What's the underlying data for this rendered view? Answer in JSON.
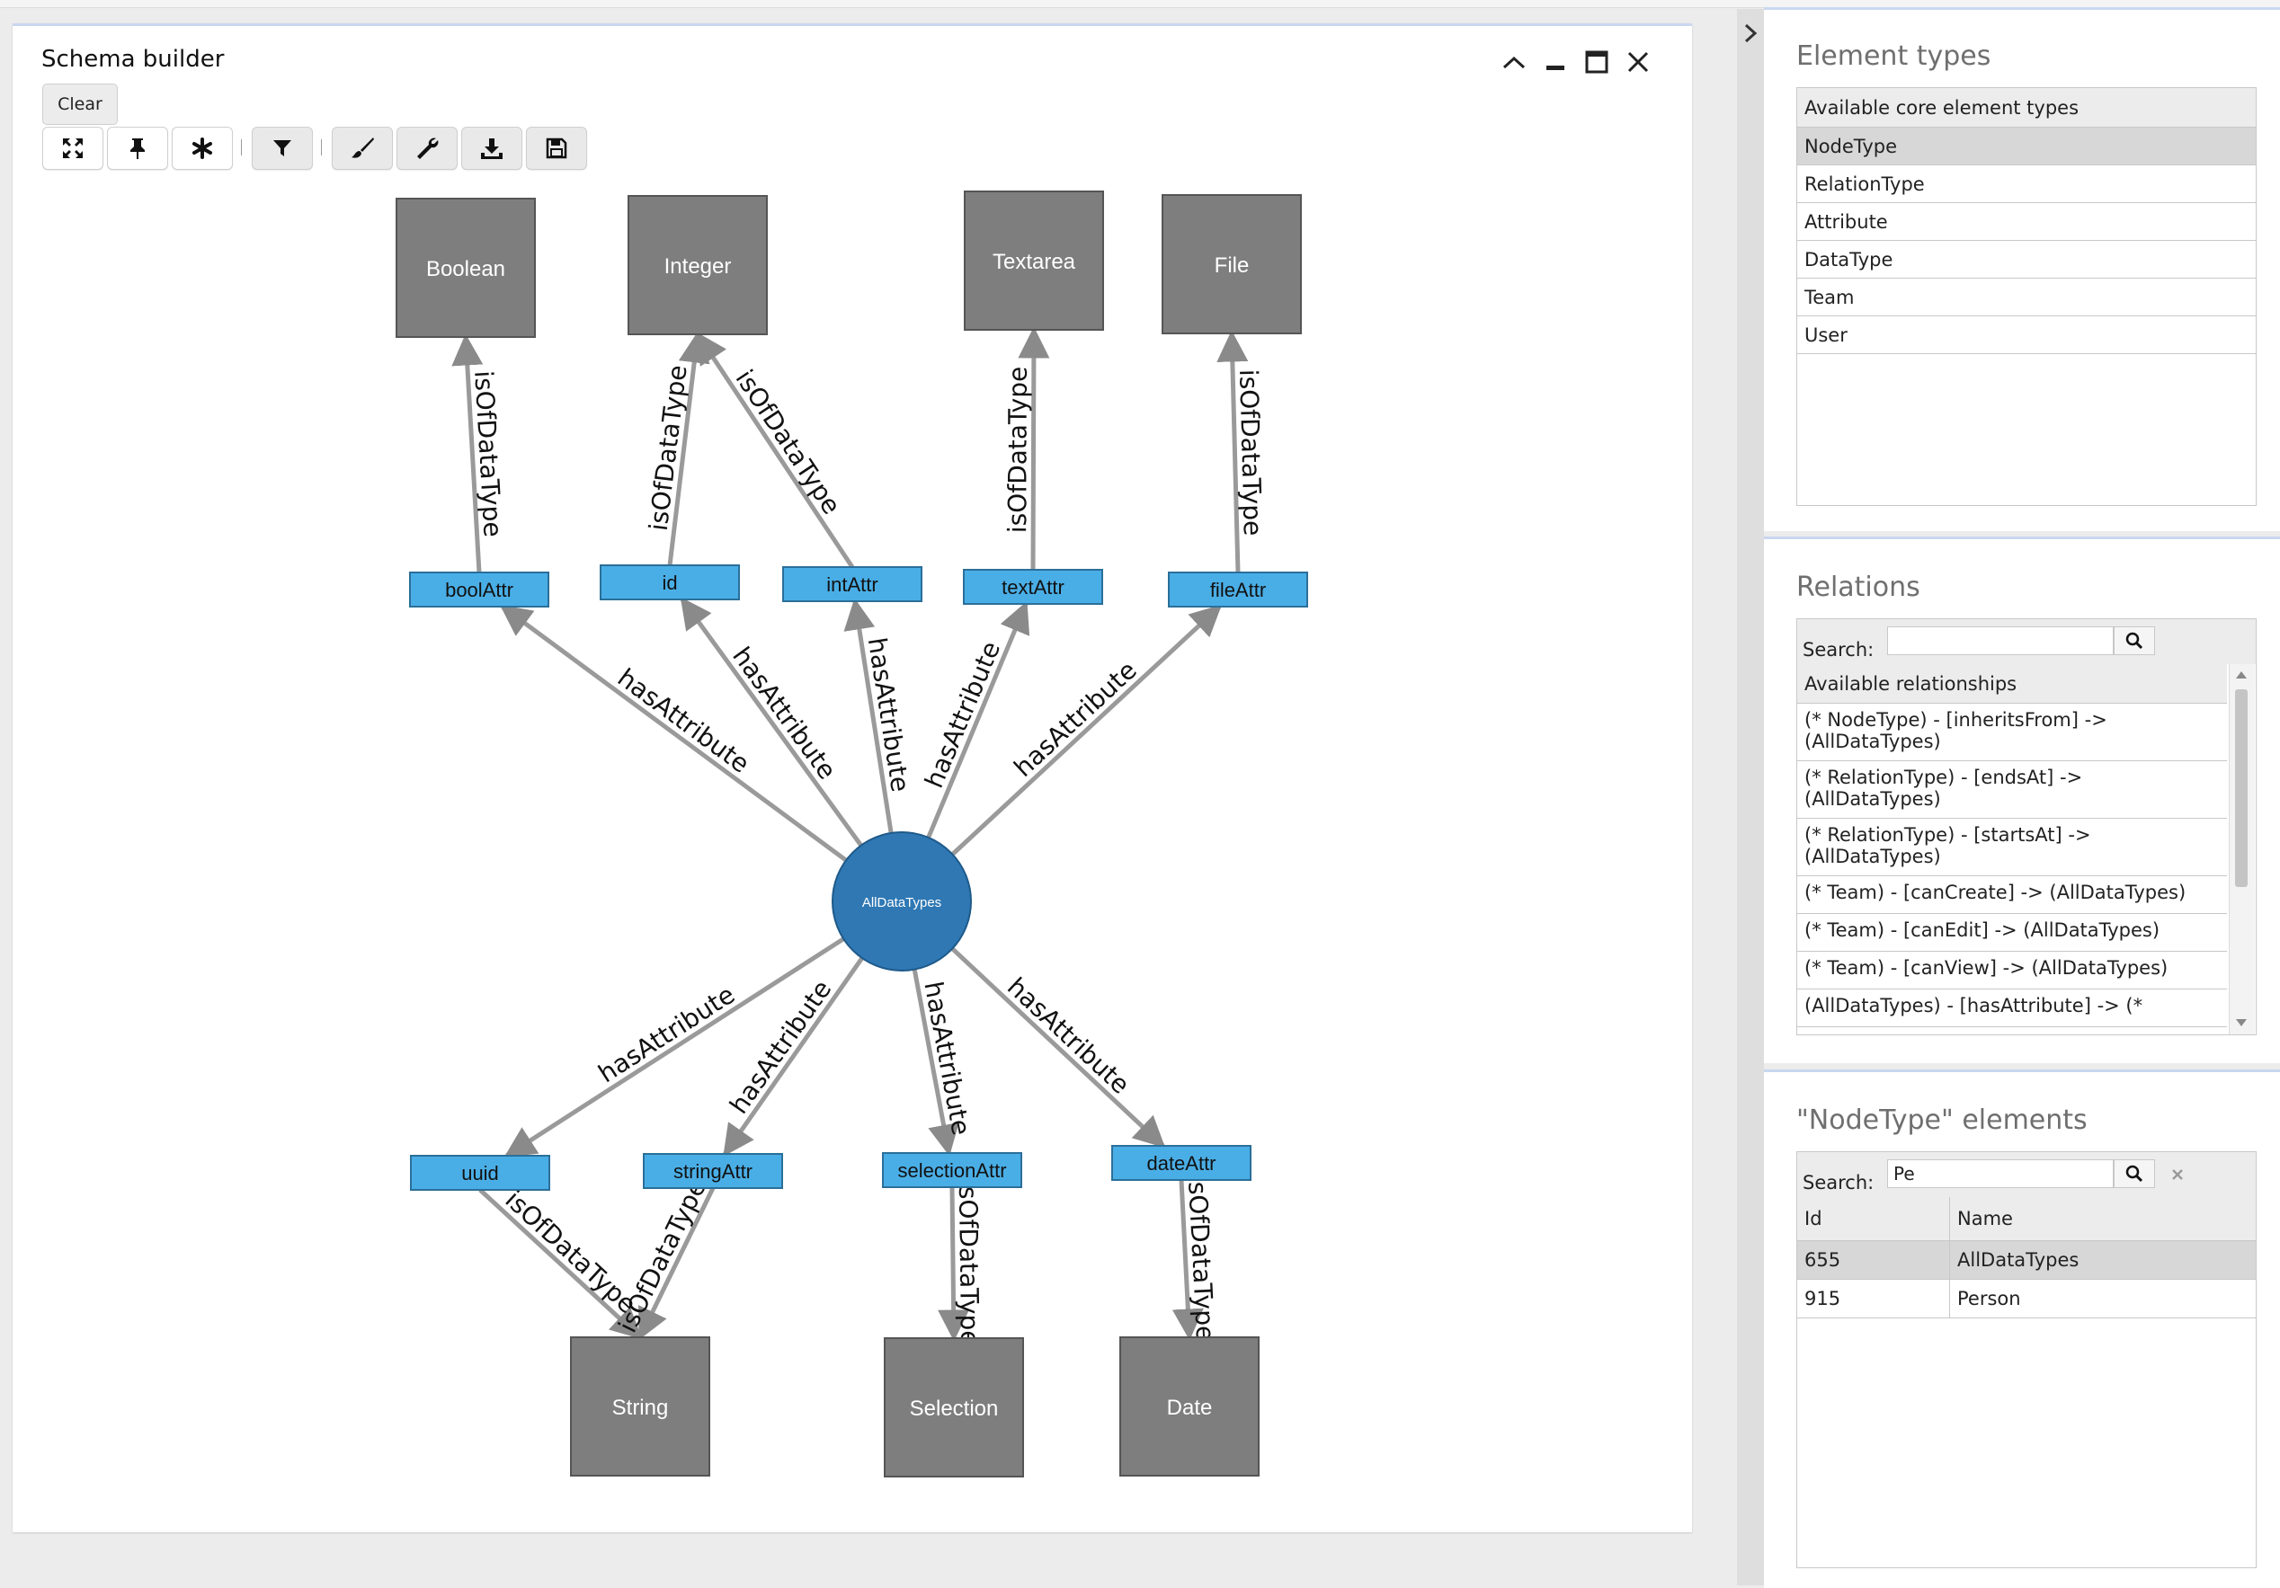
{
  "schema_builder": {
    "title": "Schema builder",
    "clear_label": "Clear",
    "toolbar_icons": [
      "expand-icon",
      "pin-icon",
      "asterisk-icon",
      "filter-icon",
      "brush-icon",
      "wrench-icon",
      "download-icon",
      "save-icon"
    ],
    "center_node": "AllDataTypes",
    "attributes": [
      "boolAttr",
      "id",
      "intAttr",
      "textAttr",
      "fileAttr",
      "uuid",
      "stringAttr",
      "selectionAttr",
      "dateAttr"
    ],
    "datatypes": [
      "Boolean",
      "Integer",
      "Textarea",
      "File",
      "String",
      "Selection",
      "Date"
    ],
    "edge_has_attribute": "hasAttribute",
    "edge_is_of_datatype": "isOfDataType",
    "colors": {
      "center_node": "#2f78b4",
      "attribute_node": "#4aaee6",
      "datatype_node": "#7e7e7e",
      "edge": "#9a9a9a"
    }
  },
  "element_types": {
    "title": "Element types",
    "header": "Available core element types",
    "items": [
      "NodeType",
      "RelationType",
      "Attribute",
      "DataType",
      "Team",
      "User"
    ],
    "selected": "NodeType"
  },
  "relations": {
    "title": "Relations",
    "search_label": "Search:",
    "search_value": "",
    "header": "Available relationships",
    "items": [
      "(* NodeType) - [inheritsFrom] -> (AllDataTypes)",
      "(* RelationType) - [endsAt] -> (AllDataTypes)",
      "(* RelationType) - [startsAt] -> (AllDataTypes)",
      "(* Team) - [canCreate] -> (AllDataTypes)",
      "(* Team) - [canEdit] -> (AllDataTypes)",
      "(* Team) - [canView] -> (AllDataTypes)",
      "(AllDataTypes) - [hasAttribute] -> (*"
    ]
  },
  "node_elements": {
    "title": "\"NodeType\" elements",
    "search_label": "Search:",
    "search_value": "Pe",
    "columns": [
      "Id",
      "Name"
    ],
    "rows": [
      {
        "id": "655",
        "name": "AllDataTypes"
      },
      {
        "id": "915",
        "name": "Person"
      }
    ]
  }
}
